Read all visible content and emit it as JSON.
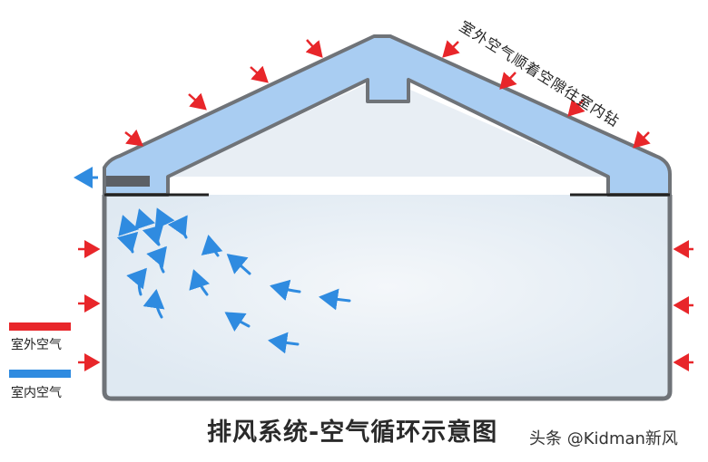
{
  "caption": "排风系统-空气循环示意图",
  "roof_label": "室外空气顺着空隙往室内钻",
  "legend": [
    {
      "label": "室外空气",
      "color": "#e8262a"
    },
    {
      "label": "室内空气",
      "color": "#2f8be0"
    }
  ],
  "watermark": "头条 @Kidman新风",
  "colors": {
    "outdoor": "#e8262a",
    "indoor": "#2f8be0",
    "duct": "#a9cdf2",
    "wall": "#6f7378"
  }
}
